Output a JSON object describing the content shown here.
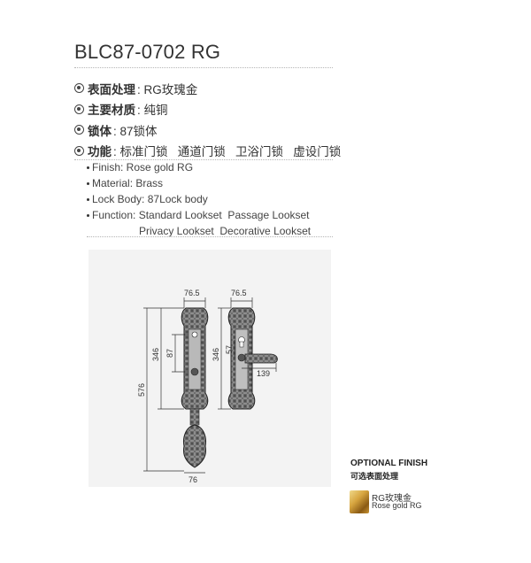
{
  "title": "BLC87-0702 RG",
  "spec_zh": [
    {
      "icon": "finish-icon",
      "key": "表面处理",
      "value": ": RG玫瑰金"
    },
    {
      "icon": "material-icon",
      "key": "主要材质",
      "value": ": 纯铜"
    },
    {
      "icon": "lock-body-icon",
      "key": "锁体",
      "value": ": 87锁体"
    },
    {
      "icon": "function-icon",
      "key": "功能",
      "value": ": 标准门锁   通道门锁   卫浴门锁   虚设门锁"
    }
  ],
  "spec_en": [
    {
      "key": "Finish",
      "value": ": Rose gold RG"
    },
    {
      "key": "Material",
      "value": ": Brass"
    },
    {
      "key": "Lock Body",
      "value": ": 87Lock body"
    },
    {
      "key": "Function",
      "value": ": Standard Lookset  Passage Lookset"
    }
  ],
  "spec_en_extra": "Privacy Lookset  Decorative Lookset",
  "dimensions": {
    "left_width_top": "76.5",
    "right_width_top": "76.5",
    "left_346": "346",
    "left_87": "87",
    "left_576": "576",
    "bottom_76": "76",
    "right_346": "346",
    "right_57": "57",
    "right_139": "139"
  },
  "optional_finish": {
    "title": "OPTIONAL FINISH",
    "subtitle": "可选表面处理",
    "swatch_zh": "RG玫瑰金",
    "swatch_en": "Rose gold RG",
    "swatch_color": "#c9973a"
  }
}
